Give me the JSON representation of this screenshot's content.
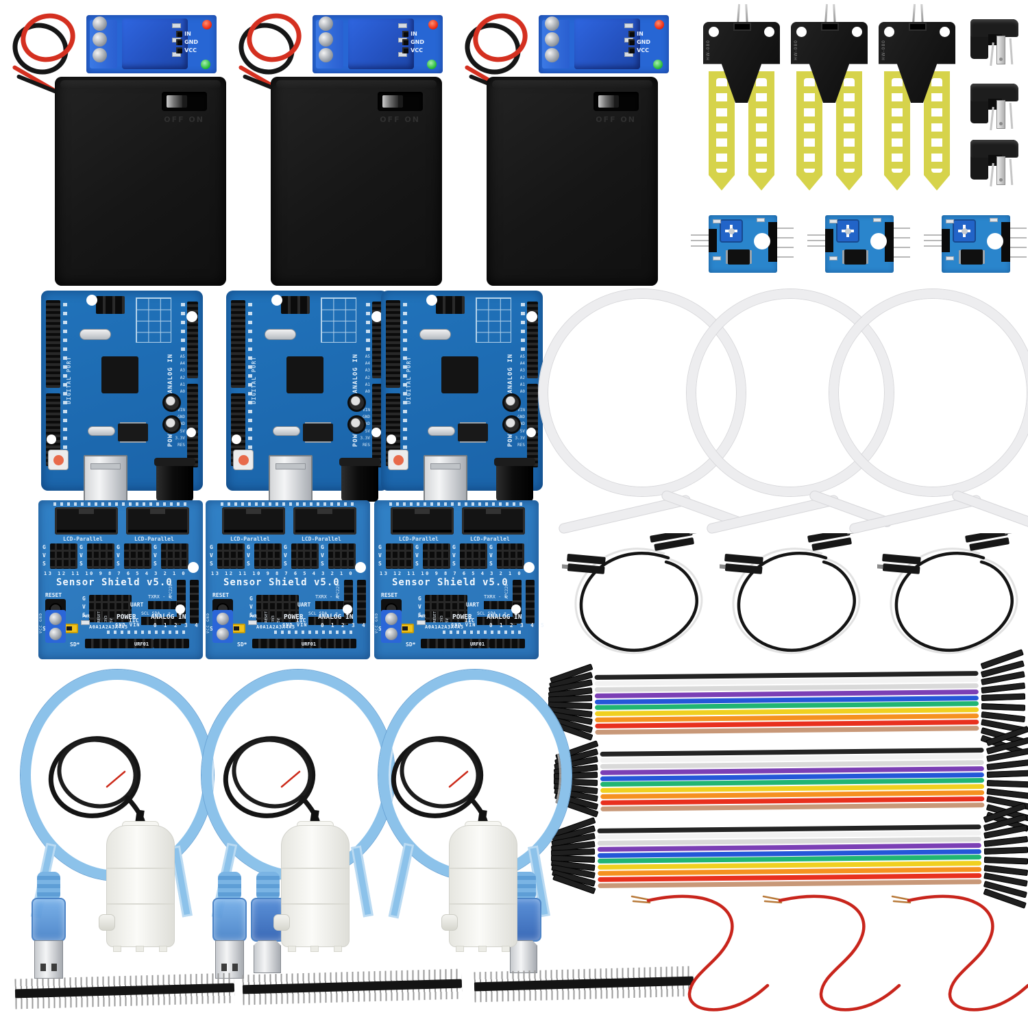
{
  "background_color": "#ffffff",
  "kit": {
    "wire_pair": {
      "item": "red and black hookup wire pair",
      "quantity": 3,
      "red_color": "#d43020",
      "black_color": "#161616"
    },
    "relay_module": {
      "item": "1-channel relay module",
      "quantity": 3,
      "pin_labels": [
        "IN",
        "GND",
        "VCC"
      ],
      "board_color": "#2766d4",
      "led_red_color": "#f03018",
      "led_green_color": "#30c040"
    },
    "battery_holder": {
      "item": "4xAA battery holder with switch",
      "quantity": 3,
      "switch_label": "OFF ON",
      "body_color": "#1a1a1a"
    },
    "soil_probe": {
      "item": "soil moisture fork probe",
      "quantity": 3,
      "model": "HW-080",
      "cap_color": "#161616",
      "prong_color": "#d6d34b"
    },
    "dc_jack": {
      "item": "DC power jack connector",
      "quantity": 3,
      "color": "#1d1d1d"
    },
    "sensor_module": {
      "item": "moisture sensor comparator module",
      "quantity": 3,
      "board_color": "#2a85cc"
    },
    "arduino": {
      "item": "UNO R3 compatible board",
      "quantity": 3,
      "board_color": "#1d6cb5",
      "digital_label": "DIGITAL PORT",
      "analog_label": "ANALOG IN",
      "power_label": "POWER",
      "analog_pins": "A5\nA4\nA3\nA2\nA1\nA0",
      "power_pins": "VIN\nGND\nGND\n5V\n3.3V\nRES"
    },
    "tubing": {
      "item": "clear water tubing loop",
      "quantity": 3,
      "color": "#ededef"
    },
    "sensor_shield": {
      "item": "sensor expansion shield",
      "quantity": 3,
      "title": "Sensor Shield v5.0",
      "lcd_label": "LCD-Parallel",
      "digital_numbers": "13 12  11 10 9 8  7 6 5 4  3 2 1 0",
      "gvs": "G\nV\nS",
      "reset_label": "RESET",
      "analog_row_label": "A0A1A2A3A4A5",
      "uart_label": "UART",
      "txrx_label": "TXRX - +",
      "iic_label": "IIC",
      "scl_sda_label": "SCL SDA - +",
      "power_label": "POWER",
      "power_pins_label": "GND VIN",
      "analog_in_label": "ANALOG IN",
      "analog_numbers": "0 1 2 3 4 5",
      "sd_label": "SD*",
      "urf_label": "URF01",
      "apc_label": "APC220",
      "sel_label": "SEL",
      "pwr_label": "PWR",
      "vcc_gnd_label": "VCC GND",
      "side_labels": [
        "RESET",
        "3V3",
        "5V"
      ],
      "board_color": "#2e7cc3"
    },
    "jumper_loop": {
      "item": "dupont jumper wire pair loop",
      "quantity": 3,
      "black_color": "#141414",
      "white_color": "#e2e2e2"
    },
    "usb_cable": {
      "item": "USB A to B cable",
      "quantity": 3,
      "cable_color": "#8cc2ea"
    },
    "water_pump": {
      "item": "mini submersible water pump",
      "quantity": 3,
      "body_color": "#f2f2ee"
    },
    "jumper_ribbon": {
      "item": "10-wire dupont ribbon cable",
      "quantity": 3,
      "wire_colors": [
        "#232323",
        "#f2f2f2",
        "#d9d9d9",
        "#7b3fb5",
        "#2457d8",
        "#21b573",
        "#f0d020",
        "#f59120",
        "#e8301e",
        "#c89878"
      ]
    },
    "pin_header": {
      "item": "40-pin male header strip",
      "quantity": 3,
      "color": "#141414"
    },
    "red_wire": {
      "item": "red hookup wire",
      "quantity": 3,
      "color": "#c8251c"
    }
  }
}
